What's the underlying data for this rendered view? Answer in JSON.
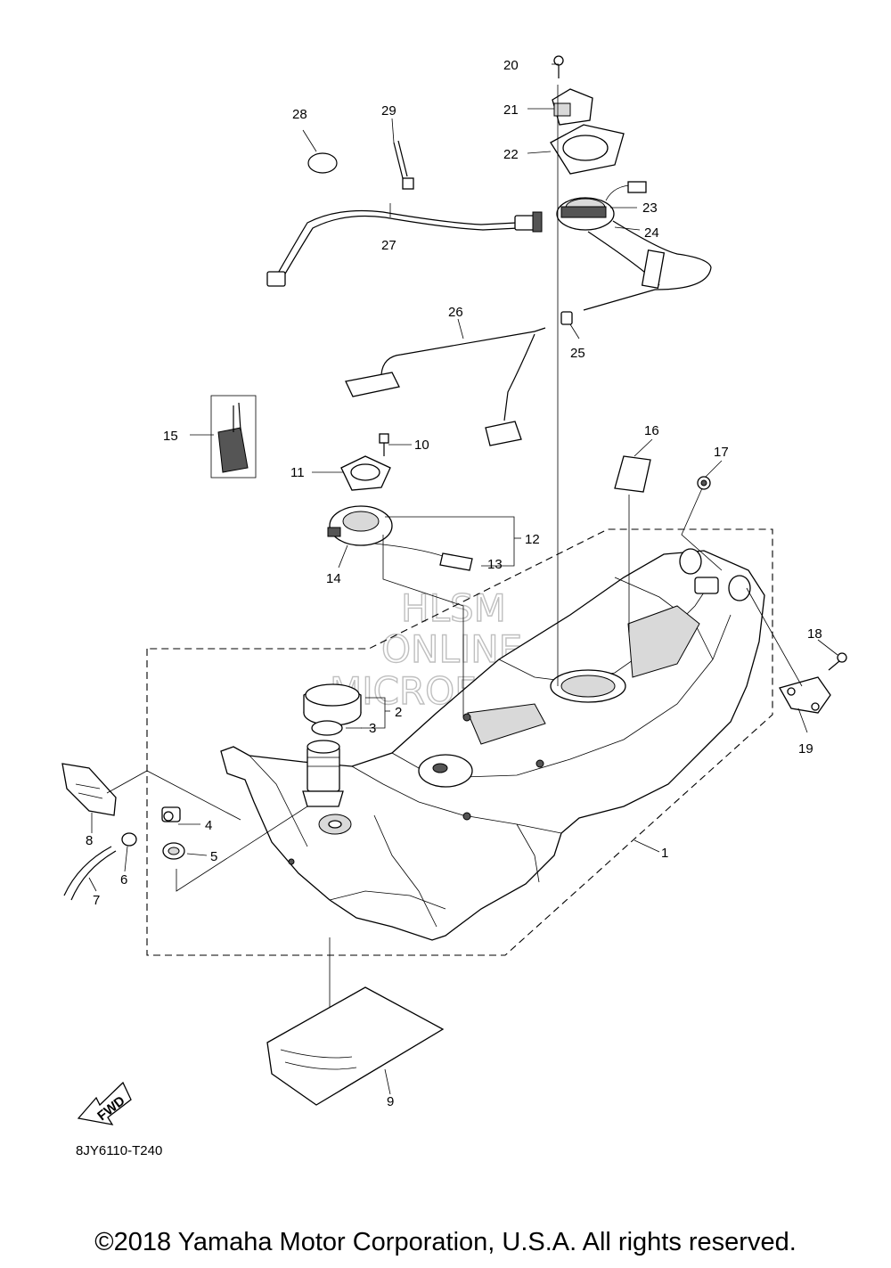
{
  "diagram_code": "8JY6110-T240",
  "copyright": "©2018 Yamaha Motor Corporation, U.S.A. All rights reserved.",
  "watermark": [
    "HLSM",
    "ONLINE",
    "MICROFICHE"
  ],
  "fwd_label": "FWD",
  "callouts": {
    "c1": "1",
    "c2": "2",
    "c3": "3",
    "c4": "4",
    "c5": "5",
    "c6": "6",
    "c7": "7",
    "c8": "8",
    "c9": "9",
    "c10": "10",
    "c11": "11",
    "c12": "12",
    "c13": "13",
    "c14": "14",
    "c15": "15",
    "c16": "16",
    "c17": "17",
    "c18": "18",
    "c19": "19",
    "c20": "20",
    "c21": "21",
    "c22": "22",
    "c23": "23",
    "c24": "24",
    "c25": "25",
    "c26": "26",
    "c27": "27",
    "c28": "28",
    "c29": "29"
  }
}
